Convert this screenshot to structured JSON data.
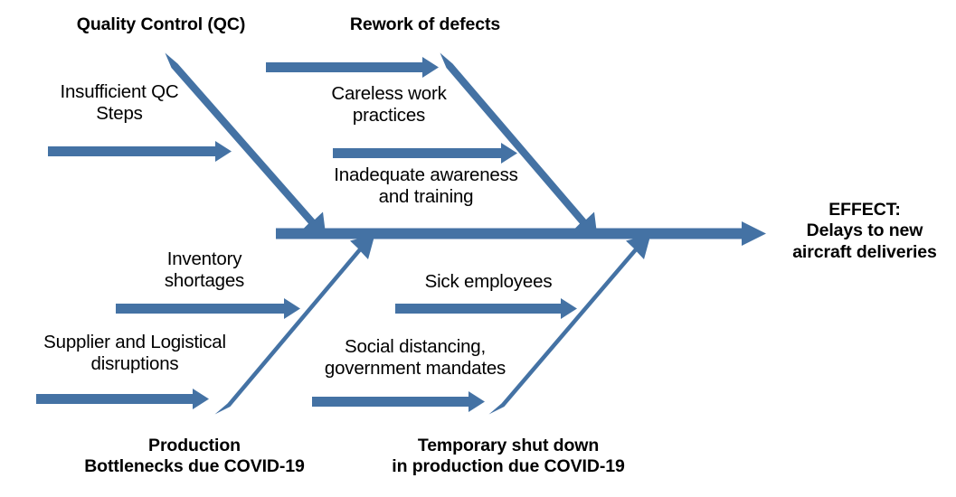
{
  "diagram": {
    "type": "fishbone-ishikawa",
    "title": "",
    "accent_color": "#4472A4",
    "background_color": "#FFFFFF",
    "text_color": "#000000",
    "effect": {
      "line1": "EFFECT:",
      "line2": "Delays to new",
      "line3": "aircraft deliveries"
    },
    "categories": [
      {
        "id": "quality-control",
        "label": "Quality Control (QC)",
        "position": "top-left",
        "causes": [
          {
            "id": "insufficient-qc-steps",
            "label": "Insufficient QC\nSteps"
          }
        ]
      },
      {
        "id": "rework-of-defects",
        "label": "Rework of defects",
        "position": "top-right",
        "causes": [
          {
            "id": "careless-work-practices",
            "label": "Careless work\npractices"
          },
          {
            "id": "inadequate-awareness-training",
            "label": "Inadequate awareness\nand training"
          }
        ]
      },
      {
        "id": "production-bottlenecks",
        "label": "Production\nBottlenecks due COVID-19",
        "position": "bottom-left",
        "causes": [
          {
            "id": "inventory-shortages",
            "label": "Inventory\nshortages"
          },
          {
            "id": "supplier-logistical-disruptions",
            "label": "Supplier and Logistical\ndisruptions"
          }
        ]
      },
      {
        "id": "temporary-shutdown",
        "label": "Temporary shut down\nin production due COVID-19",
        "position": "bottom-right",
        "causes": [
          {
            "id": "sick-employees",
            "label": "Sick employees"
          },
          {
            "id": "social-distancing-mandates",
            "label": "Social distancing,\ngovernment mandates"
          }
        ]
      }
    ]
  }
}
